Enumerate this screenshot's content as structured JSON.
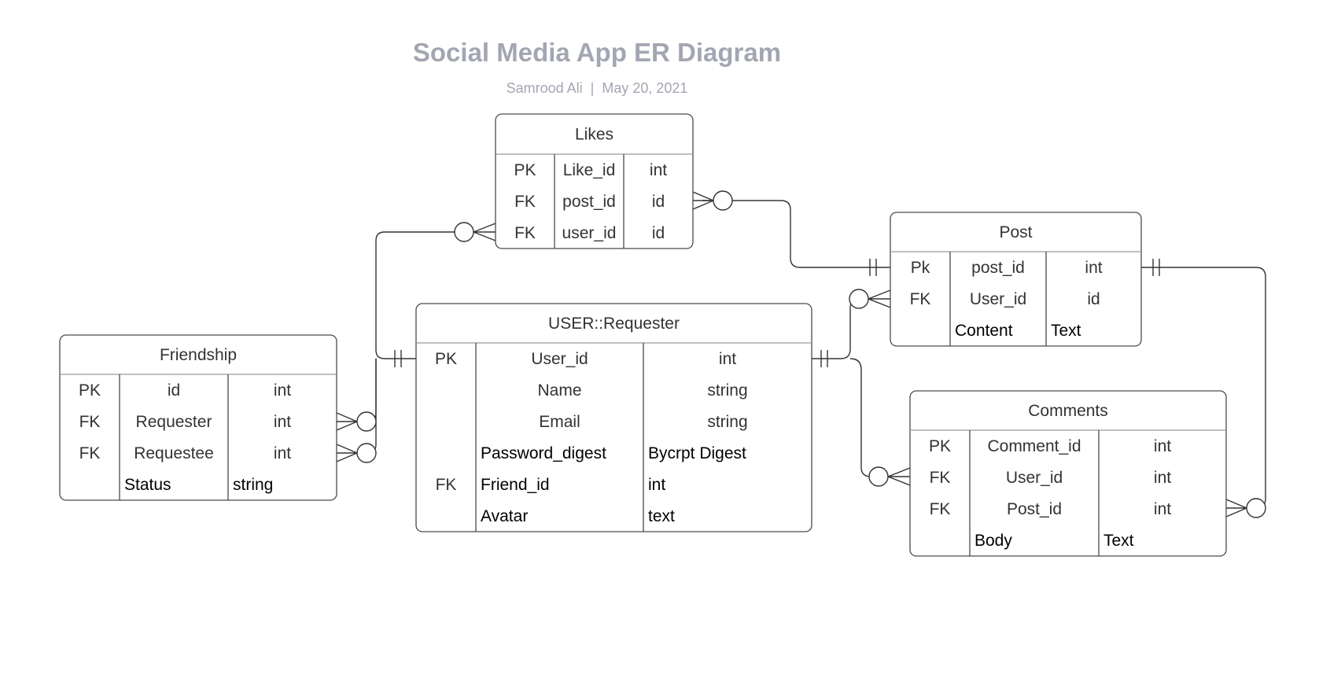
{
  "header": {
    "title": "Social Media App ER Diagram",
    "subtitle": "Samrood Ali  |  May 20, 2021"
  },
  "entities": {
    "likes": {
      "name": "Likes",
      "rows": [
        [
          "PK",
          "Like_id",
          "int"
        ],
        [
          "FK",
          "post_id",
          "id"
        ],
        [
          "FK",
          "user_id",
          "id"
        ]
      ]
    },
    "post": {
      "name": "Post",
      "rows": [
        [
          "Pk",
          "post_id",
          "int"
        ],
        [
          "FK",
          "User_id",
          "id"
        ],
        [
          "",
          "Content",
          "Text"
        ]
      ]
    },
    "user": {
      "name": "USER::Requester",
      "rows": [
        [
          "PK",
          "User_id",
          "int"
        ],
        [
          "",
          "Name",
          "string"
        ],
        [
          "",
          "Email",
          "string"
        ],
        [
          "",
          "Password_digest",
          "Bycrpt Digest"
        ],
        [
          "FK",
          "Friend_id",
          "int"
        ],
        [
          "",
          "Avatar",
          "text"
        ]
      ]
    },
    "friendship": {
      "name": "Friendship",
      "rows": [
        [
          "PK",
          "id",
          "int"
        ],
        [
          "FK",
          "Requester",
          "int"
        ],
        [
          "FK",
          "Requestee",
          "int"
        ],
        [
          "",
          "Status",
          "string"
        ]
      ]
    },
    "comments": {
      "name": "Comments",
      "rows": [
        [
          "PK",
          "Comment_id",
          "int"
        ],
        [
          "FK",
          "User_id",
          "int"
        ],
        [
          "FK",
          "Post_id",
          "int"
        ],
        [
          "",
          "Body",
          "Text"
        ]
      ]
    }
  },
  "relationships": [
    {
      "from": "USER::Requester",
      "to": "Likes",
      "from_end": "one-and-only-one",
      "to_end": "zero-or-many"
    },
    {
      "from": "Post",
      "to": "Likes",
      "from_end": "one-and-only-one",
      "to_end": "zero-or-many"
    },
    {
      "from": "USER::Requester",
      "to": "Post",
      "from_end": "one-and-only-one",
      "to_end": "zero-or-many"
    },
    {
      "from": "USER::Requester",
      "to": "Friendship",
      "from_end": "one-and-only-one",
      "to_end": "zero-or-many"
    },
    {
      "from": "USER::Requester",
      "to": "Comments",
      "from_end": "one-and-only-one",
      "to_end": "zero-or-many"
    },
    {
      "from": "Post",
      "to": "Comments",
      "from_end": "one-and-only-one",
      "to_end": "zero-or-many"
    }
  ],
  "colors": {
    "title": "#a3a6b2",
    "line": "#333333",
    "divider": "#9a9a9a"
  }
}
